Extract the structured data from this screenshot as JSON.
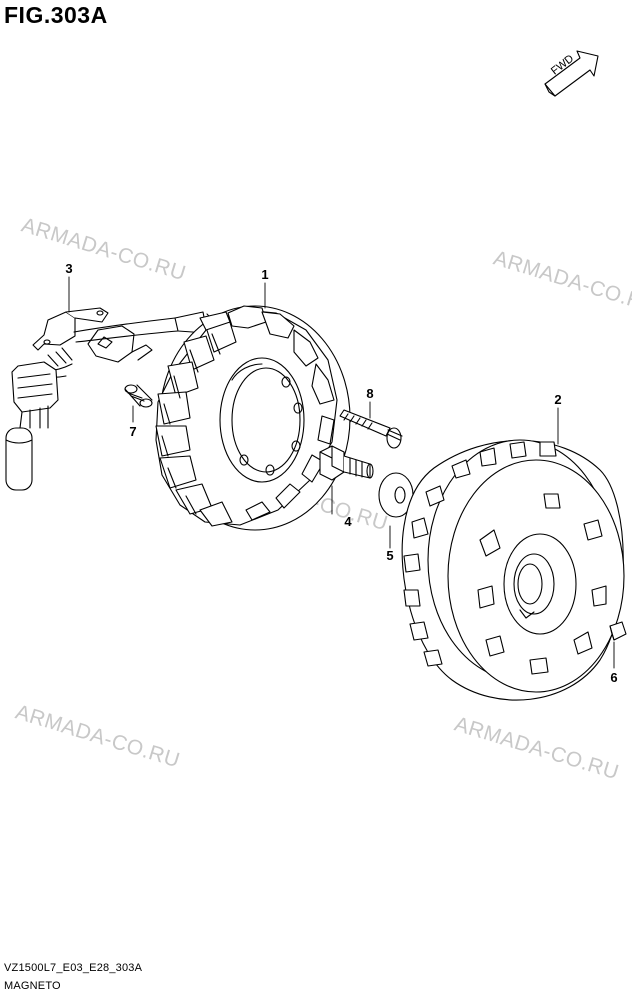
{
  "figure": {
    "title": "FIG.303A"
  },
  "direction_marker": {
    "label": "FWD"
  },
  "callouts": [
    {
      "id": "1",
      "label": "1"
    },
    {
      "id": "2",
      "label": "2"
    },
    {
      "id": "3",
      "label": "3"
    },
    {
      "id": "4",
      "label": "4"
    },
    {
      "id": "5",
      "label": "5"
    },
    {
      "id": "6",
      "label": "6"
    },
    {
      "id": "7",
      "label": "7"
    },
    {
      "id": "8",
      "label": "8"
    }
  ],
  "watermark": {
    "text": "ARMADA-CO.RU"
  },
  "footer": {
    "code": "VZ1500L7_E03_E28_303A",
    "name": "MAGNETO"
  }
}
